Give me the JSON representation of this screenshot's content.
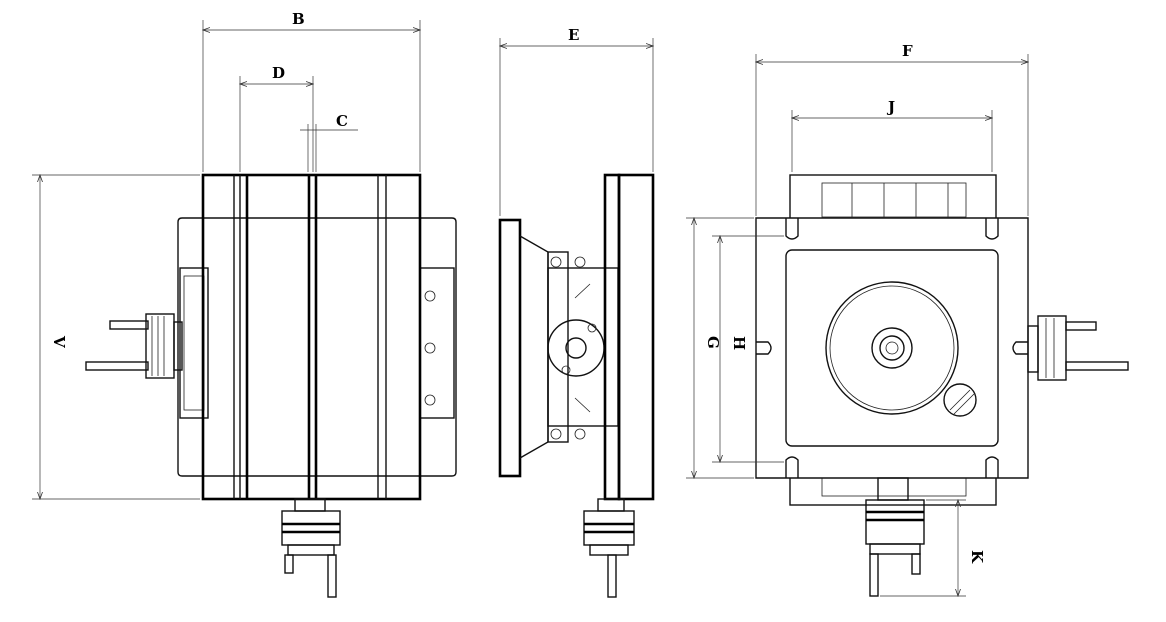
{
  "dimension_labels": {
    "B": "B",
    "C": "C",
    "D": "D",
    "E": "E",
    "F": "F",
    "J": "J",
    "V": "V",
    "G": "G",
    "H": "H",
    "K": "K"
  }
}
